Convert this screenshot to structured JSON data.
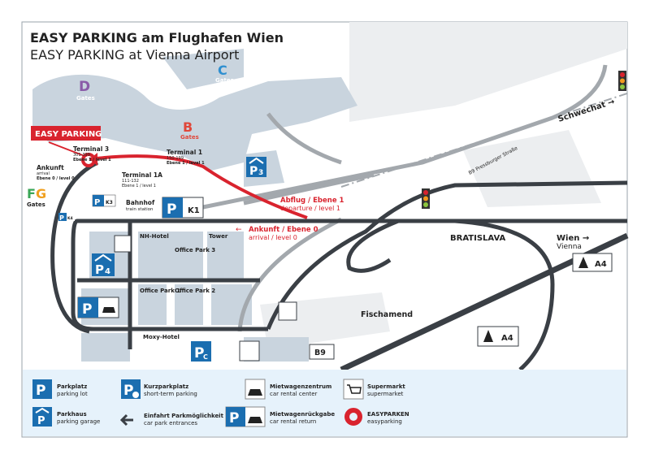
{
  "title": "EASY PARKING am Flughafen Wien",
  "subtitle": "EASY PARKING at Vienna Airport",
  "callout": "EASY PARKING",
  "gates": {
    "d": "D",
    "c": "C",
    "b": "B",
    "f": "F",
    "g": "G",
    "label": "Gates"
  },
  "labels": {
    "terminal3": "Terminal 3",
    "terminal3_gates": "301-399",
    "terminal3_level": "Ebene 1 / level 1",
    "terminal1": "Terminal 1",
    "terminal1_gates": "150-199",
    "terminal1_level": "Ebene 1 / level 1",
    "terminal1a": "Terminal 1A",
    "terminal1a_gates": "111-132",
    "terminal1a_level": "Ebene 1 / level 1",
    "ankunft": "Ankunft",
    "ankunft_en": "arrival",
    "ankunft_level": "Ebene 0 / level 0",
    "bahnhof": "Bahnhof",
    "bahnhof_en": "train station",
    "k1": "K1",
    "k3": "K3",
    "k4": "K4",
    "p3": "3",
    "p4": "4",
    "pc": "C",
    "nh_hotel": "NH-Hotel",
    "tower": "Tower",
    "office_park_3": "Office Park 3",
    "office_park_1": "Office Park 1",
    "office_park_2": "Office Park 2",
    "moxy_hotel": "Moxy-Hotel",
    "abflug": "Abflug / Ebene 1",
    "abflug_en": "departure / level 1",
    "ankunft_road": "Ankunft / Ebene 0",
    "ankunft_road_en": "arrival / level 0",
    "schwechat": "Schwechat →",
    "pressburger": "B9 Pressburger Straße",
    "bratislava": "BRATISLAVA",
    "wien": "Wien →",
    "vienna": "Vienna",
    "a4": "A4",
    "fischamend": "Fischamend",
    "b9": "B9"
  },
  "legend": [
    {
      "icon": "parking-icon",
      "title": "Parkplatz",
      "sub": "parking lot"
    },
    {
      "icon": "parking-garage-icon",
      "title": "Parkhaus",
      "sub": "parking garage"
    },
    {
      "icon": "short-term-parking-icon",
      "title": "Kurzparkplatz",
      "sub": "short-term parking"
    },
    {
      "icon": "arrow-left-icon",
      "title": "Einfahrt Parkmöglichkeit",
      "sub": "car park entrances"
    },
    {
      "icon": "car-rental-icon",
      "title": "Mietwagenzentrum",
      "sub": "car rental center"
    },
    {
      "icon": "car-rental-return-icon",
      "title": "Mietwagenrückgabe",
      "sub": "car rental return"
    },
    {
      "icon": "cart-icon",
      "title": "Supermarkt",
      "sub": "supermarket"
    },
    {
      "icon": "easyparking-ring-icon",
      "title": "EASYPARKEN",
      "sub": "easyparking"
    }
  ],
  "colors": {
    "blue": "#1b6eb0",
    "red": "#d9232e",
    "road": "#3a3f45",
    "area": "#c9d4de",
    "legend_bg": "#e6f2fb"
  }
}
